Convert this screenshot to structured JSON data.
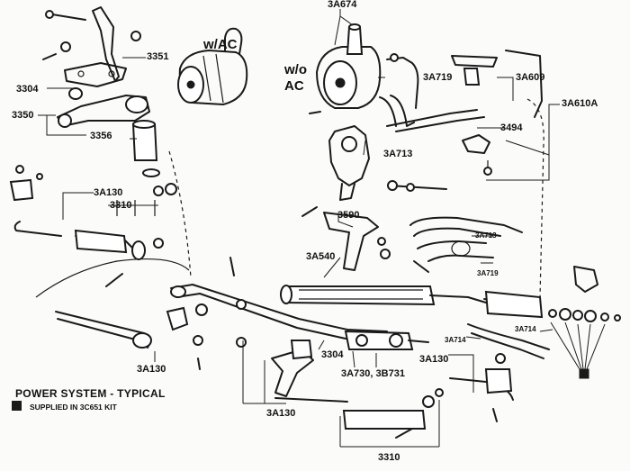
{
  "labels": {
    "l3A674": "3A674",
    "l3351": "3351",
    "l3304a": "3304",
    "l3350": "3350",
    "l3356": "3356",
    "l3A719a": "3A719",
    "l3A609": "3A609",
    "l3A610A": "3A610A",
    "l3494": "3494",
    "l3A713a": "3A713",
    "l3A130a": "3A130",
    "l3310a": "3310",
    "l3590": "3590",
    "l3A540": "3A540",
    "l3A713b": "3A713",
    "l3A719b": "3A719",
    "l3A714a": "3A714",
    "l3A714b": "3A714",
    "l3A130b": "3A130",
    "l3304b": "3304",
    "l3A730": "3A730, 3B731",
    "l3A130c": "3A130",
    "l3A130d": "3A130",
    "l3310b": "3310"
  },
  "variants": {
    "with_ac": "w/AC",
    "without_ac_1": "w/o",
    "without_ac_2": "AC"
  },
  "caption": {
    "title": "POWER SYSTEM - TYPICAL",
    "legend": "SUPPLIED IN 3C651 KIT"
  },
  "colors": {
    "ink": "#1a1a1a",
    "paper": "#fbfbf9"
  }
}
